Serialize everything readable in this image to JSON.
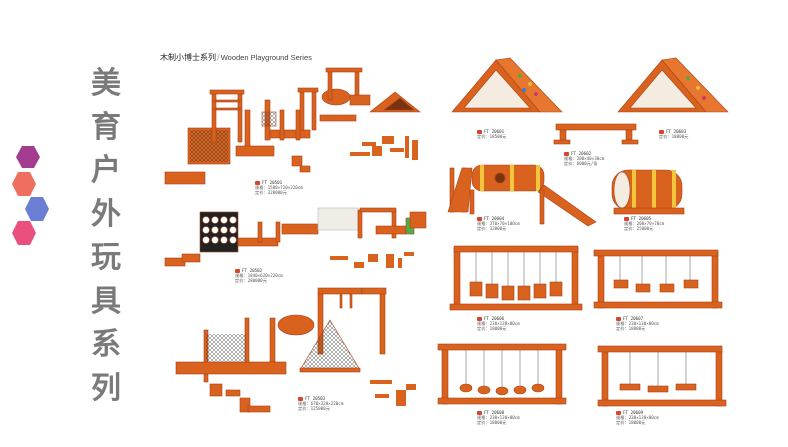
{
  "side_title": [
    "美",
    "育",
    "户",
    "外",
    "玩",
    "具",
    "系",
    "列"
  ],
  "series": {
    "cn": "木制小博士系列",
    "sep": "/",
    "en": "Wooden Playground Series"
  },
  "colors": {
    "title_gray": "#7a7a7a",
    "wood": "#d9621e",
    "wood_dark": "#a9441a",
    "hex": [
      "#a33c8f",
      "#ee6f5f",
      "#6a7fd3",
      "#ea4f7e"
    ]
  },
  "products": [
    {
      "code": "FT 20501",
      "size": "规格：1580×720×220cm",
      "price": "定价：320000元"
    },
    {
      "code": "FT 20502",
      "size": "规格：1840×620×220cm",
      "price": "定价：280000元"
    },
    {
      "code": "FT 20503",
      "size": "规格：670×320×220cm",
      "price": "定价：125000元"
    },
    {
      "code": "FT 20601",
      "size": "",
      "price": "定价：18500元"
    },
    {
      "code": "FT 20602",
      "size": "规格：200×40×30cm",
      "price": "定价：6000元/条"
    },
    {
      "code": "FT 20603",
      "size": "",
      "price": "定价：18000元"
    },
    {
      "code": "FT 20604",
      "size": "规格：370×70×100cm",
      "price": "定价：32000元"
    },
    {
      "code": "FT 20605",
      "size": "规格：200×70×70cm",
      "price": "定价：25000元"
    },
    {
      "code": "FT 20606",
      "size": "规格：230×130×80cm",
      "price": "定价：18000元"
    },
    {
      "code": "FT 20607",
      "size": "规格：230×130×80cm",
      "price": "定价：18000元"
    },
    {
      "code": "FT 20608",
      "size": "规格：230×130×80cm",
      "price": "定价：18000元"
    },
    {
      "code": "FT 20609",
      "size": "规格：230×130×80cm",
      "price": "定价：18000元"
    }
  ]
}
